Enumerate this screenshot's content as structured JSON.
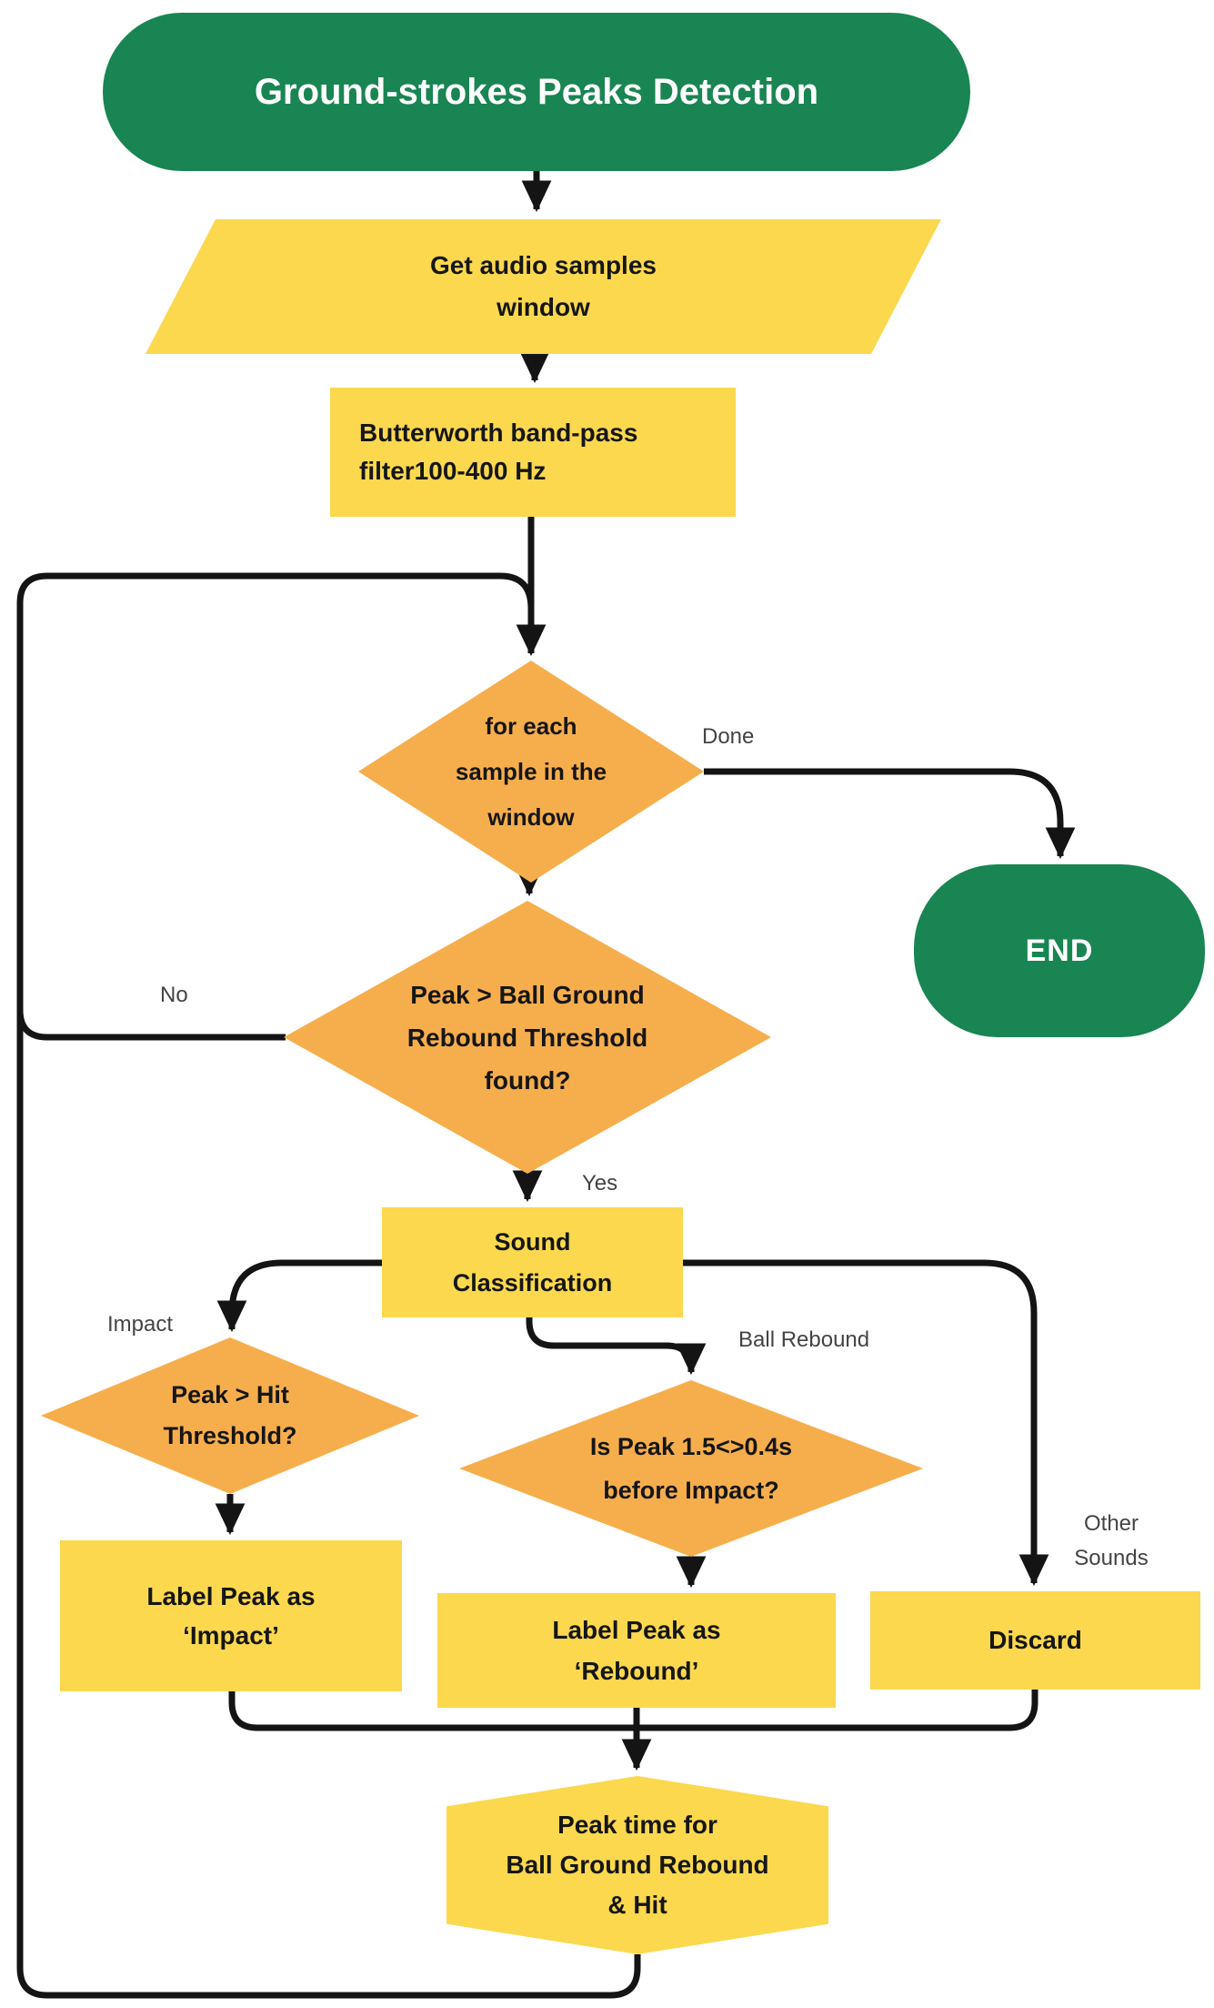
{
  "title": "Ground-strokes Peaks Detection",
  "nodes": {
    "start": {
      "label": "Ground-strokes Peaks Detection"
    },
    "get_audio": {
      "line1": "Get audio samples",
      "line2": "window"
    },
    "butterworth": {
      "line1": "Butterworth band-pass",
      "line2": "filter100-400 Hz"
    },
    "for_each_sample": {
      "line1": "for each",
      "line2": "sample in the",
      "line3": "window"
    },
    "end": {
      "label": "END"
    },
    "peak_rebound_threshold": {
      "line1": "Peak > Ball Ground",
      "line2": "Rebound Threshold",
      "line3": "found?"
    },
    "sound_classification": {
      "line1": "Sound",
      "line2": "Classification"
    },
    "peak_hit_threshold": {
      "line1": "Peak > Hit",
      "line2": "Threshold?"
    },
    "is_peak_before_impact": {
      "line1": "Is Peak 1.5<>0.4s",
      "line2": "before Impact?"
    },
    "label_peak_impact": {
      "line1": "Label Peak as",
      "line2": "‘Impact’"
    },
    "label_peak_rebound": {
      "line1": "Label Peak as",
      "line2": "‘Rebound’"
    },
    "discard": {
      "label": "Discard"
    },
    "peak_time": {
      "line1": "Peak time for",
      "line2": "Ball Ground Rebound",
      "line3": "& Hit"
    }
  },
  "edge_labels": {
    "done": "Done",
    "no": "No",
    "yes": "Yes",
    "impact": "Impact",
    "ball_rebound": "Ball Rebound",
    "other_line1": "Other",
    "other_line2": "Sounds"
  },
  "colors": {
    "green": "#198552",
    "yellow": "#fbd84e",
    "orange": "#f6ae4d",
    "line": "#141414",
    "label": "#444444"
  }
}
